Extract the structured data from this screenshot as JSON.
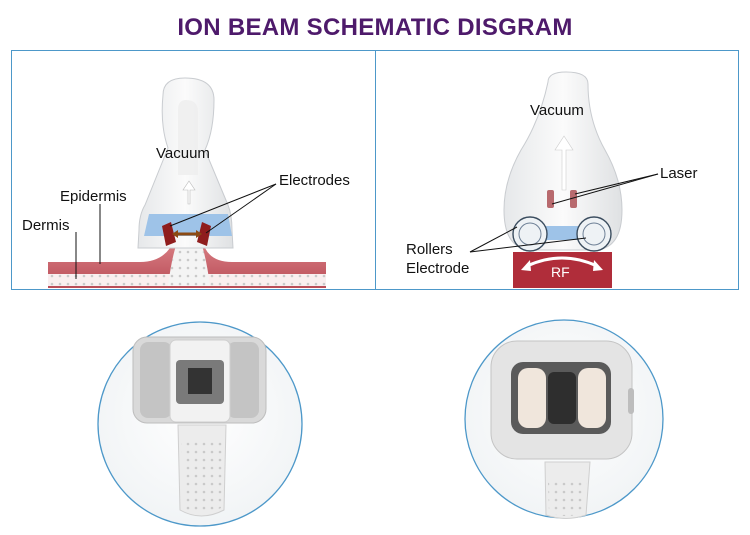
{
  "title": "ION BEAM SCHEMATIC DISGRAM",
  "left_diagram": {
    "vacuum": "Vacuum",
    "electrodes": "Electrodes",
    "epidermis": "Epidermis",
    "dermis": "Dermis"
  },
  "right_diagram": {
    "vacuum": "Vacuum",
    "laser": "Laser",
    "rollers": "Rollers",
    "electrode": "Electrode",
    "rf": "RF"
  },
  "colors": {
    "title": "#4e1a6b",
    "frame": "#4d98c9",
    "skin": "#c95f6a",
    "blue_band": "#9ec3e8",
    "electrode": "#8f1d1d"
  }
}
